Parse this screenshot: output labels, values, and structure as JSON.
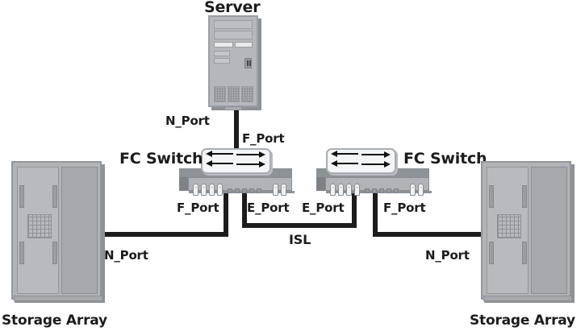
{
  "diagram": {
    "title": "Server",
    "devices": {
      "server_label": "Server",
      "switch_left_label": "FC Switch",
      "switch_right_label": "FC Switch",
      "array_left_label": "Storage Array",
      "array_right_label": "Storage Array"
    },
    "ports": {
      "server_n_port": "N_Port",
      "switch_left_f_port_up": "F_Port",
      "switch_left_f_port_down": "F_Port",
      "switch_left_e_port": "E_Port",
      "switch_right_e_port": "E_Port",
      "switch_right_f_port": "F_Port",
      "array_left_n_port": "N_Port",
      "array_right_n_port": "N_Port"
    },
    "links": {
      "isl_label": "ISL"
    },
    "colors": {
      "wire": "#1c1c1c",
      "text": "#1c1c1c",
      "chassis": "#b0b4b9",
      "chassis_dark": "#8d9196",
      "disk_top": "#e9ebed",
      "background": "#ffffff"
    },
    "icons": {
      "switch_symbol": "bidirectional-arrows-icon"
    }
  }
}
